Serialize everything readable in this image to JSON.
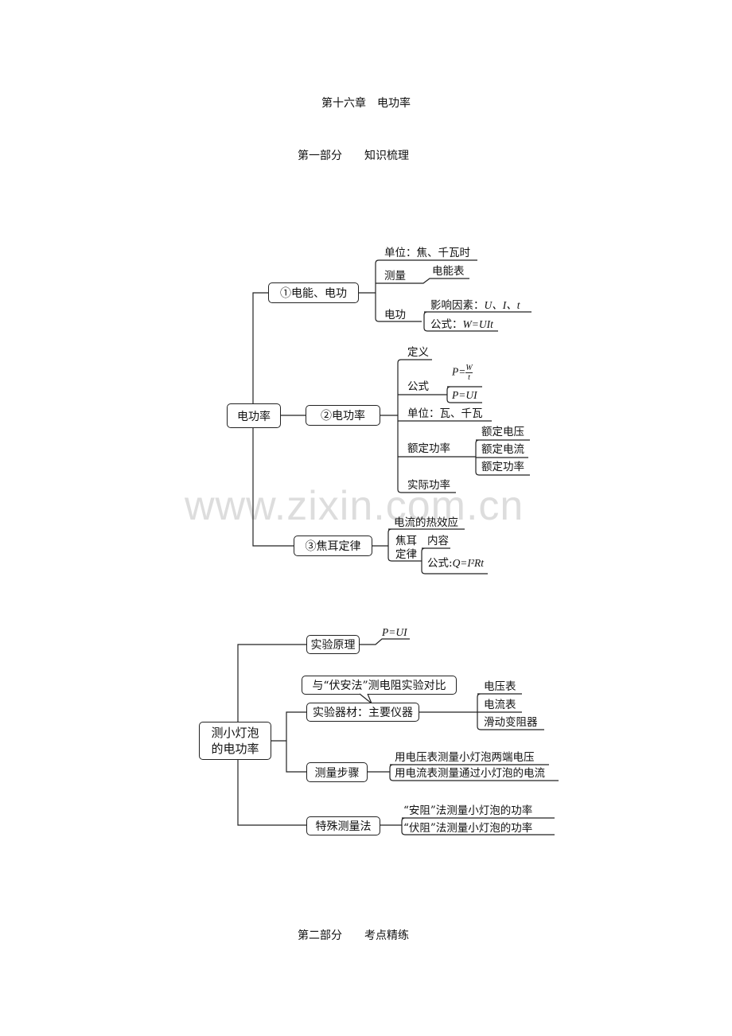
{
  "header": {
    "chapter": "第十六章　电功率",
    "part1": "第一部分　　知识梳理",
    "part2": "第二部分　　考点精练"
  },
  "watermark": "www.zixin.com.cn",
  "map1": {
    "root": "电功率",
    "b1": {
      "label": "①电能、电功",
      "unit": "单位：焦、千瓦时",
      "measure": "测量",
      "meter": "电能表",
      "work": "电功",
      "factors_label": "影响因素：",
      "factors": "U、I、t",
      "formula_label": "公式：",
      "formula": "W=UIt"
    },
    "b2": {
      "label": "②电功率",
      "definition": "定义",
      "formula": "公式",
      "f1_lhs": "P=",
      "f1_num": "W",
      "f1_den": "t",
      "f2": "P=UI",
      "unit": "单位：瓦、千瓦",
      "rated": "额定功率",
      "rated_items": [
        "额定电压",
        "额定电流",
        "额定功率"
      ],
      "actual": "实际功率"
    },
    "b3": {
      "label": "③焦耳定律",
      "heat": "电流的热效应",
      "law1": "焦耳",
      "law2": "定律",
      "content": "内容",
      "formula_label": "公式:",
      "formula": "Q=I²Rt"
    }
  },
  "map2": {
    "root1": "测小灯泡",
    "root2": "的电功率",
    "principle": "实验原理",
    "principle_formula": "P=UI",
    "compare": "与“伏安法”测电阻实验对比",
    "equipment": "实验器材：主要仪器",
    "equipment_items": [
      "电压表",
      "电流表",
      "滑动变阻器"
    ],
    "steps": "测量步骤",
    "steps_items": [
      "用电压表测量小灯泡两端电压",
      "用电流表测量通过小灯泡的电流"
    ],
    "special": "特殊测量法",
    "special_items": [
      "“安阻”法测量小灯泡的功率",
      "“伏阻”法测量小灯泡的功率"
    ]
  }
}
